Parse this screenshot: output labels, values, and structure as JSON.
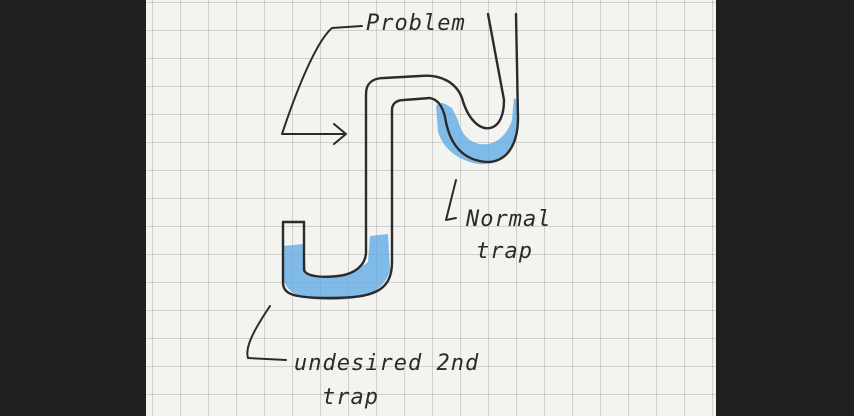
{
  "colors": {
    "background": "#202020",
    "paper": "#f3f3f0",
    "ink": "#2b2b2b",
    "water": "#5aa8e6"
  },
  "labels": {
    "problem": "Problem",
    "normal_line1": "Normal",
    "normal_line2": "trap",
    "undesired_line1": "undesired 2nd",
    "undesired_line2": "trap"
  }
}
